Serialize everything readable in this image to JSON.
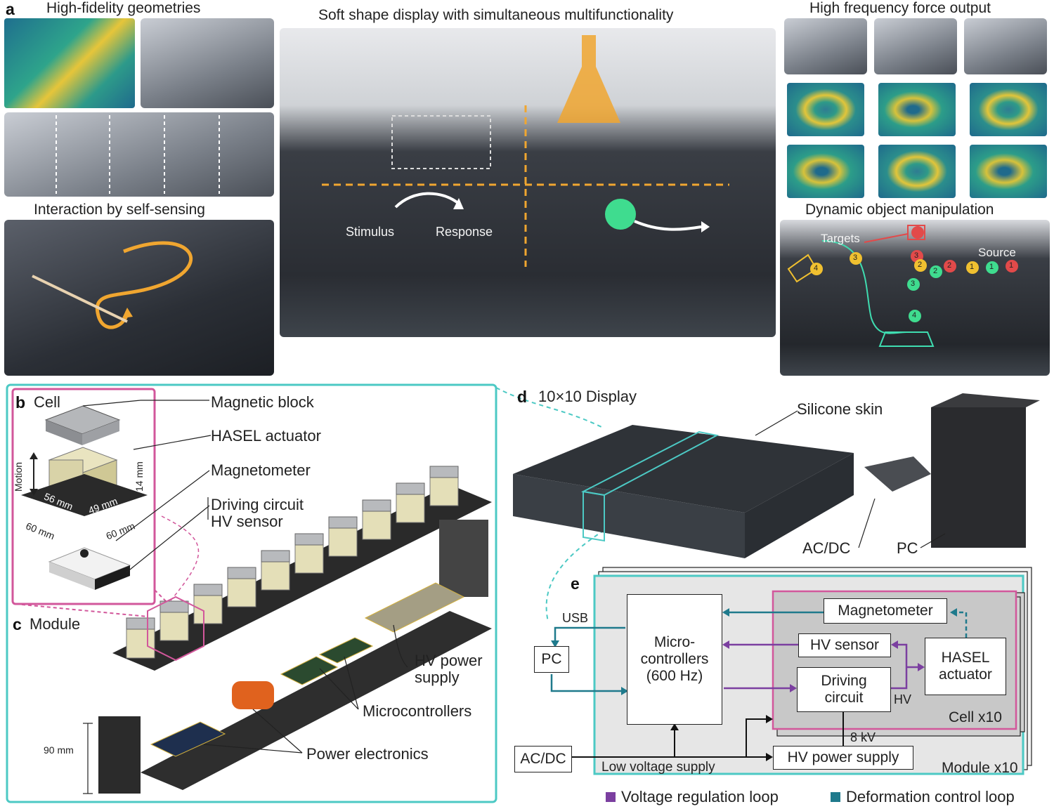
{
  "panels": {
    "a": {
      "letter": "a",
      "title_high_fidelity": "High-fidelity geometries",
      "title_center": "Soft shape display with simultaneous multifunctionality",
      "title_high_freq": "High frequency force output",
      "title_interaction": "Interaction by self-sensing",
      "title_dynamic": "Dynamic object manipulation",
      "stimulus": "Stimulus",
      "response": "Response",
      "targets": "Targets",
      "source": "Source",
      "balls": [
        "4",
        "3",
        "3",
        "2",
        "2",
        "2",
        "1",
        "1",
        "1",
        "3",
        "4"
      ]
    },
    "b": {
      "letter": "b",
      "title": "Cell",
      "labels": {
        "magnetic_block": "Magnetic block",
        "hasel": "HASEL actuator",
        "magnetometer": "Magnetometer",
        "driving_circuit": "Driving circuit",
        "hv_sensor": "HV sensor"
      },
      "dims": {
        "motion": "Motion",
        "h14": "14 mm",
        "d56": "56 mm",
        "d49": "49 mm",
        "d60a": "60 mm",
        "d60b": "60 mm"
      }
    },
    "c": {
      "letter": "c",
      "title": "Module",
      "labels": {
        "hv_power_supply_1": "HV power",
        "hv_power_supply_2": "supply",
        "microcontrollers": "Microcontrollers",
        "power_electronics": "Power electronics",
        "h90": "90 mm"
      }
    },
    "d": {
      "letter": "d",
      "title": "10×10 Display",
      "labels": {
        "silicone_skin": "Silicone skin",
        "acdc": "AC/DC",
        "pc": "PC"
      }
    },
    "e": {
      "letter": "e",
      "boxes": {
        "microcontrollers_1": "Micro-",
        "microcontrollers_2": "controllers",
        "microcontrollers_3": "(600 Hz)",
        "pc": "PC",
        "acdc": "AC/DC",
        "magnetometer": "Magnetometer",
        "hv_sensor": "HV sensor",
        "driving_1": "Driving",
        "driving_2": "circuit",
        "hasel_1": "HASEL",
        "hasel_2": "actuator",
        "hv_power_supply": "HV power supply"
      },
      "labels": {
        "usb": "USB",
        "hv": "HV",
        "kv": "8 kV",
        "low_voltage": "Low voltage supply",
        "cell_x10": "Cell x10",
        "module_x10": "Module x10"
      },
      "legend": [
        {
          "label": "Voltage regulation loop",
          "color": "#7b3fa0"
        },
        {
          "label": "Deformation control loop",
          "color": "#1f7a8c"
        }
      ]
    }
  },
  "colors": {
    "teal": "#4cc9c4",
    "magenta": "#d2579b",
    "purple": "#7b3fa0",
    "deftek": "#1f7a8c",
    "orange": "#f0a630"
  }
}
